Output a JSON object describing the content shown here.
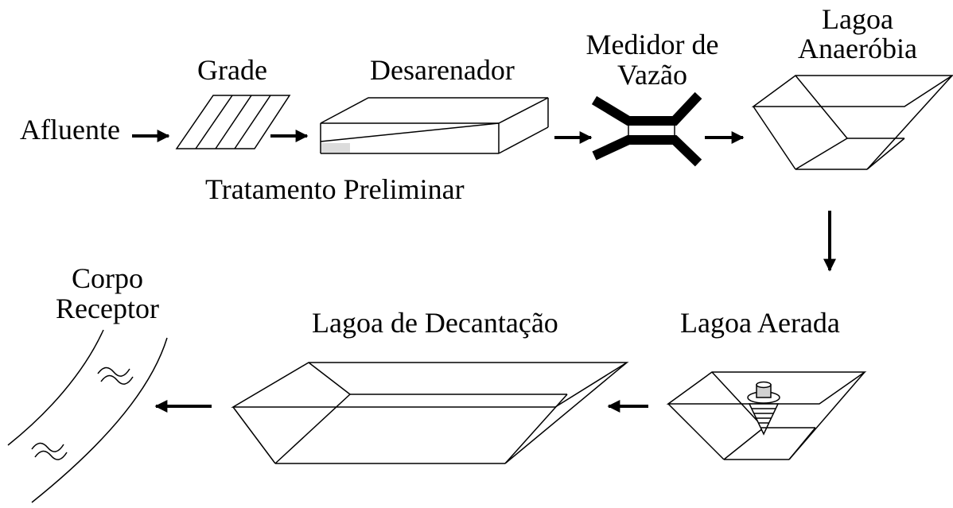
{
  "labels": {
    "afluente": "Afluente",
    "grade": "Grade",
    "desarenador": "Desarenador",
    "medidor_line1": "Medidor de",
    "medidor_line2": "Vazão",
    "anaerobia_line1": "Lagoa",
    "anaerobia_line2": "Anaeróbia",
    "tratamento_preliminar": "Tratamento Preliminar",
    "corpo_line1": "Corpo",
    "corpo_line2": "Receptor",
    "decantacao": "Lagoa de Decantação",
    "aerada": "Lagoa Aerada"
  }
}
